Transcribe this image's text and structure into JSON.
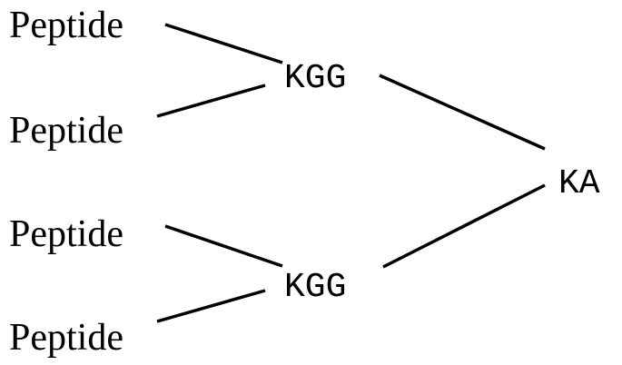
{
  "diagram": {
    "leaves": [
      {
        "label": "Peptide"
      },
      {
        "label": "Peptide"
      },
      {
        "label": "Peptide"
      },
      {
        "label": "Peptide"
      }
    ],
    "branches": [
      {
        "label": "KGG"
      },
      {
        "label": "KGG"
      }
    ],
    "root": {
      "label": "KA"
    }
  }
}
